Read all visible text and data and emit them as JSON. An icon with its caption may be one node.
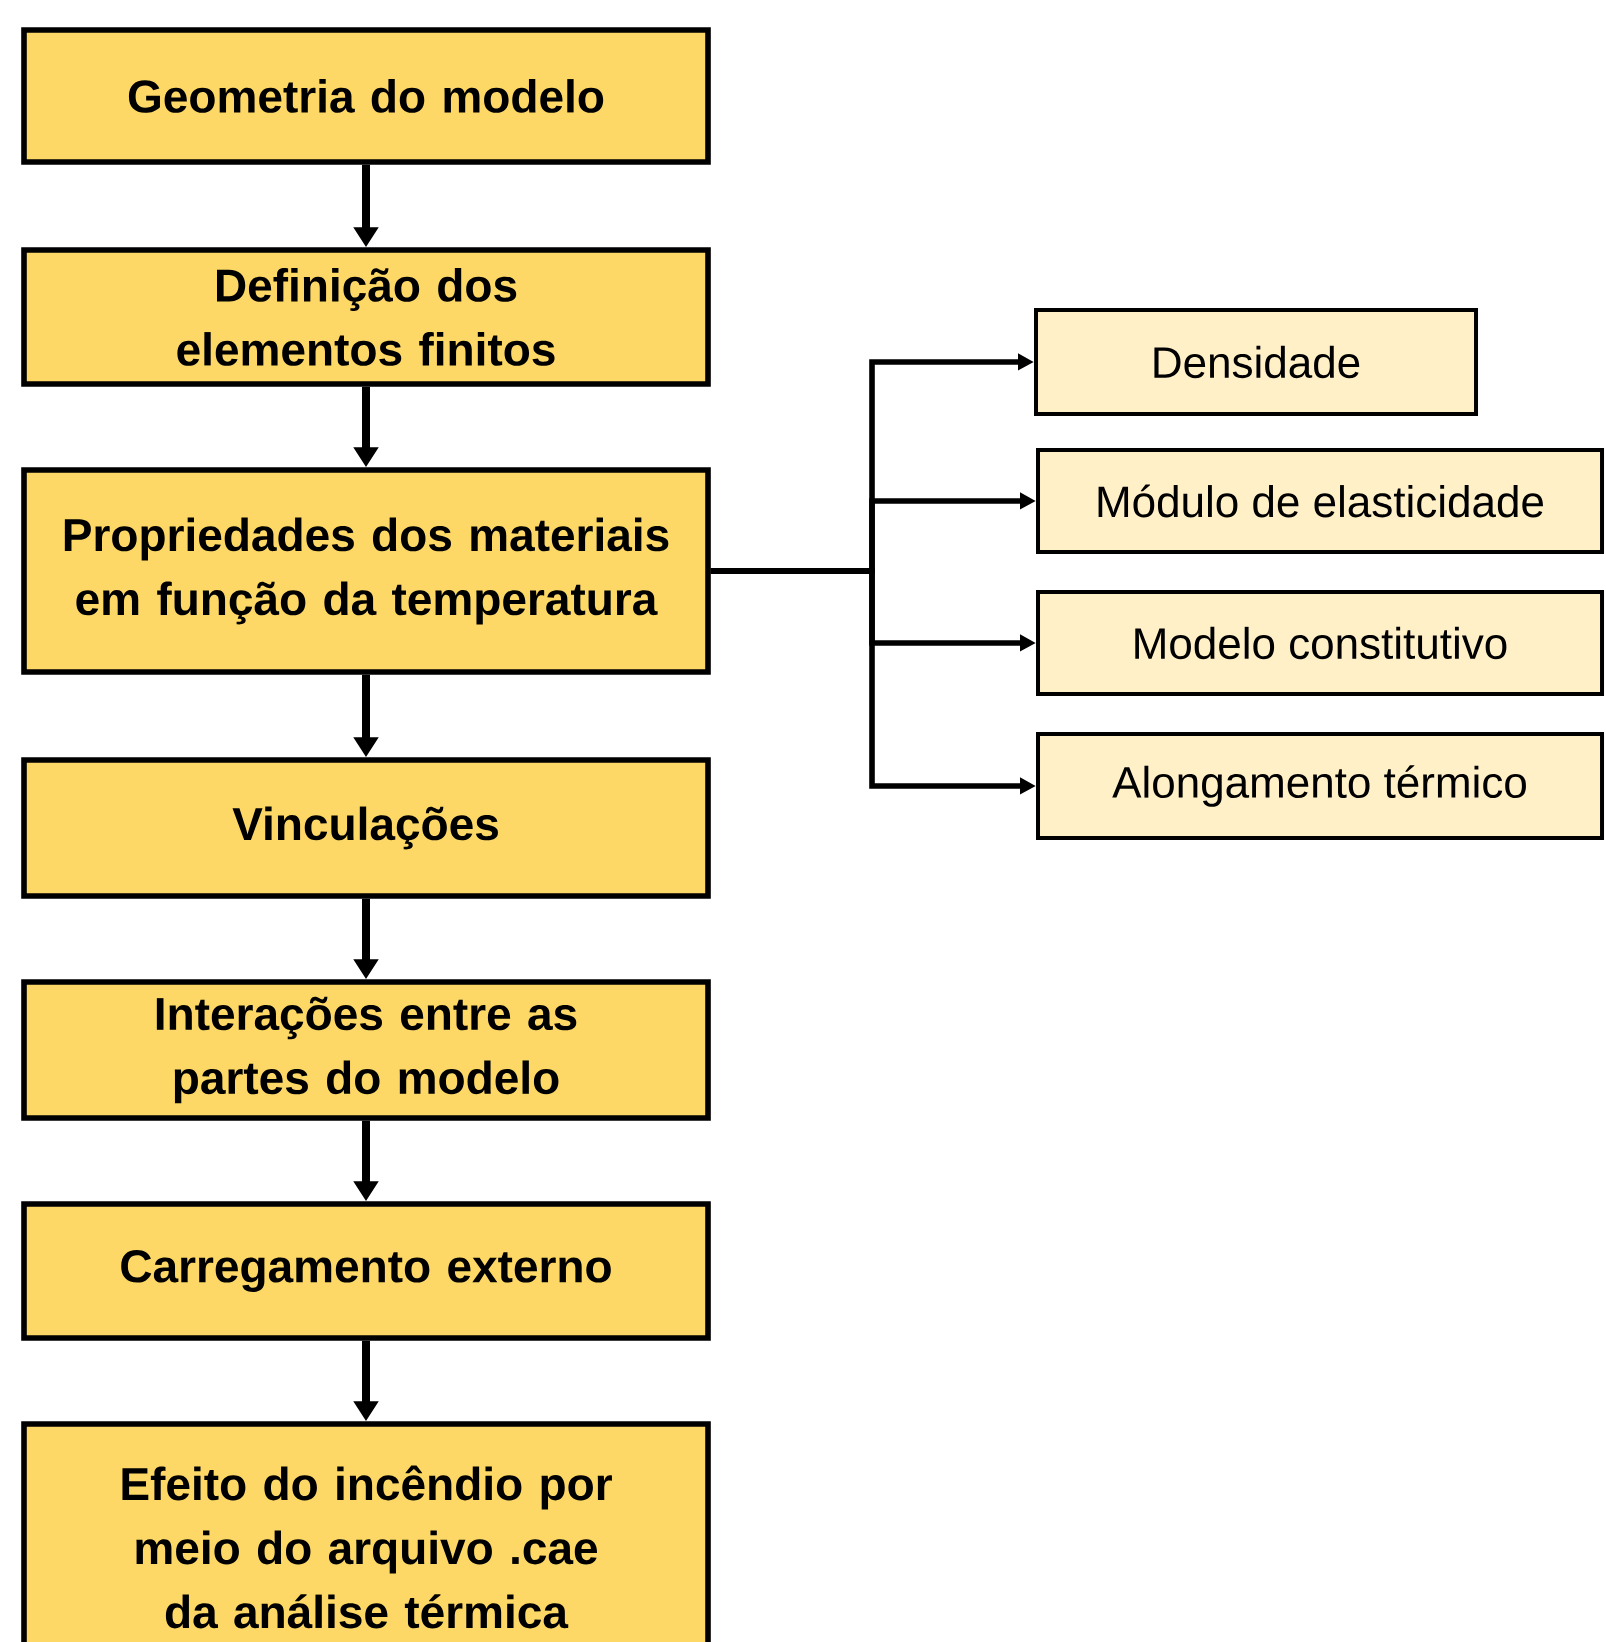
{
  "diagram": {
    "nodes": [
      {
        "text": [
          "Geometria do modelo"
        ]
      },
      {
        "text": [
          "Definição dos elementos finitos"
        ]
      },
      {
        "text": [
          "Propriedades dos materiais em função da temperatura"
        ]
      },
      {
        "text": [
          "Vinculações"
        ]
      },
      {
        "text": [
          "Interações entre as partes do modelo"
        ]
      },
      {
        "text": [
          "Carregamento externo"
        ]
      },
      {
        "text": [
          "Efeito do incêndio por meio do arquivo .cae da análise térmica"
        ]
      },
      {
        "text": [
          "Densidade"
        ]
      },
      {
        "text": [
          "Módulo de elasticidade"
        ]
      },
      {
        "text": [
          "Modelo constitutivo"
        ]
      },
      {
        "text": [
          "Alongamento térmico"
        ]
      }
    ],
    "edges": [
      {
        "from": 0,
        "to": 1,
        "arrow": "to"
      },
      {
        "from": 1,
        "to": 2,
        "arrow": "to"
      },
      {
        "from": 2,
        "to": 3,
        "arrow": "to"
      },
      {
        "from": 3,
        "to": 4,
        "arrow": "to"
      },
      {
        "from": 4,
        "to": 5,
        "arrow": "to"
      },
      {
        "from": 5,
        "to": 6,
        "arrow": "to"
      },
      {
        "from": 2,
        "to": 7,
        "arrow": "to"
      },
      {
        "from": 2,
        "to": 8,
        "arrow": "to"
      },
      {
        "from": 2,
        "to": 9,
        "arrow": "to"
      },
      {
        "from": 2,
        "to": 10,
        "arrow": "to"
      }
    ]
  }
}
